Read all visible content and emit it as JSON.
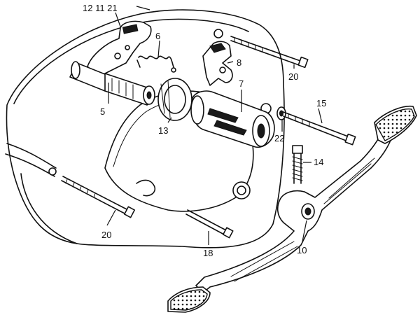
{
  "callouts": [
    {
      "id": "12-11-21",
      "text": "12 11 21"
    },
    {
      "id": "6",
      "text": "6"
    },
    {
      "id": "8",
      "text": "8"
    },
    {
      "id": "20-top",
      "text": "20"
    },
    {
      "id": "5",
      "text": "5"
    },
    {
      "id": "7",
      "text": "7"
    },
    {
      "id": "15",
      "text": "15"
    },
    {
      "id": "13",
      "text": "13"
    },
    {
      "id": "22",
      "text": "22"
    },
    {
      "id": "14",
      "text": "14"
    },
    {
      "id": "20-bottom",
      "text": "20"
    },
    {
      "id": "18",
      "text": "18"
    },
    {
      "id": "10",
      "text": "10"
    }
  ],
  "colors": {
    "ink": "#111111",
    "paper": "#ffffff"
  }
}
